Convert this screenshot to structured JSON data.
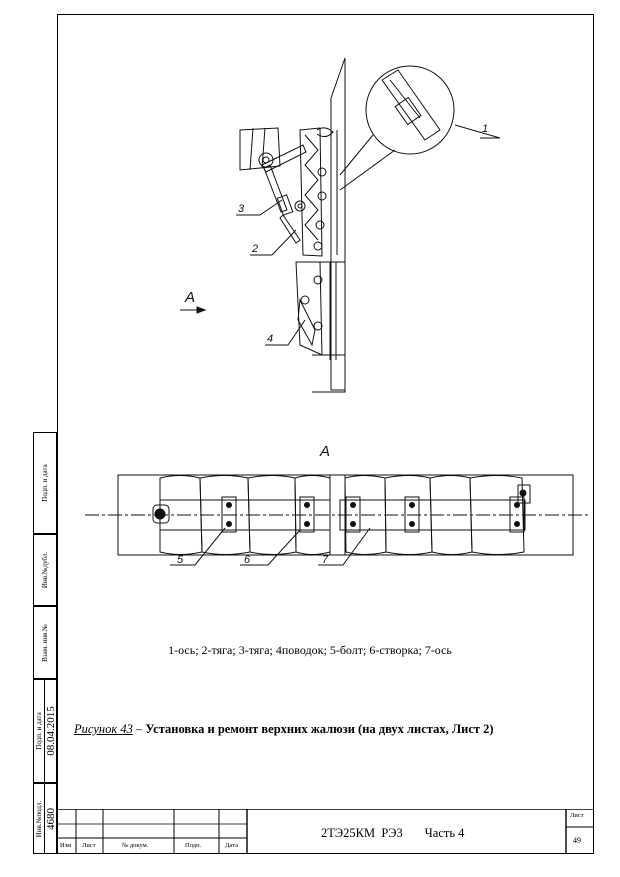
{
  "drawing": {
    "view_label": "A",
    "arrow_label": "A",
    "callouts": [
      "1",
      "2",
      "3",
      "4",
      "5",
      "6",
      "7"
    ]
  },
  "legend_text": "1-ось; 2-тяга; 3-тяга; 4поводок; 5-болт; 6-створка; 7-ось",
  "figure": {
    "ref": "Рисунок 43",
    "dash": " – ",
    "title": "Установка и ремонт  верхних жалюзи (на двух листах, Лист 2)"
  },
  "side_stamp": {
    "fields": [
      "Подп. и дата",
      "Инв.№дубл.",
      "Взам. инв.№",
      "Подп. и дата",
      "Инв.№подл."
    ],
    "date": "08.04.2015",
    "inv_number": "4680"
  },
  "title_block": {
    "headers": [
      "Изм",
      "Лист",
      "№ докум.",
      "Подп.",
      "Дата"
    ],
    "document_code": "2ТЭ25КМ  РЭ3       Часть 4",
    "sheet_label": "Лист",
    "sheet_number": "49"
  }
}
